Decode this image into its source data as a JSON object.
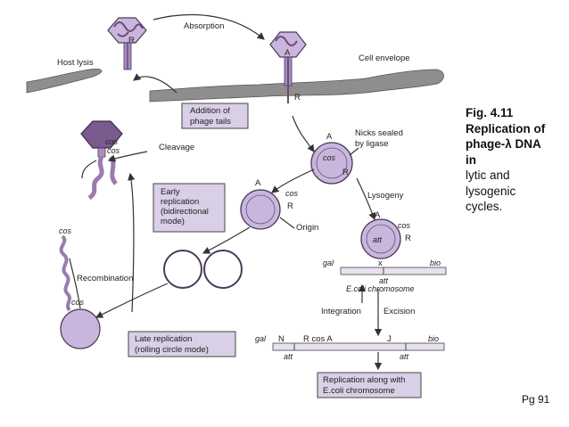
{
  "labels": {
    "absorption": "Absorption",
    "host_lysis": "Host lysis",
    "cell_envelope": "Cell envelope",
    "cleavage": "Cleavage",
    "nicks": [
      "Nicks sealed",
      "by ligase"
    ],
    "lysogeny": "Lysogeny",
    "origin": "Origin",
    "recombination": "Recombination",
    "integration": "Integration",
    "excision": "Excision",
    "ecoli_chromosome": "E.coli chromosome",
    "A": "A",
    "R": "R",
    "cos": "cos",
    "att": "att",
    "gal": "gal",
    "bio": "bio",
    "x": "x",
    "N": "N",
    "R_cos_A": "R cos A",
    "J": "J"
  },
  "boxes": {
    "tails": [
      "Addition of",
      "phage tails"
    ],
    "early": [
      "Early",
      "replication",
      "(bidirectional",
      "mode)"
    ],
    "late": [
      "Late replication",
      "(rolling circle mode)"
    ],
    "along": [
      "Replication along with",
      "E.coli chromosome"
    ]
  },
  "caption": {
    "bold": [
      "Fig. 4.11",
      "Replication of",
      "phage-λ DNA",
      "in"
    ],
    "normal": [
      "lytic and",
      "lysogenic",
      "cycles."
    ]
  },
  "page": "Pg 91",
  "colors": {
    "fill": "#c9b6dc",
    "dark": "#7b5a8e",
    "box": "#d9cfe6"
  }
}
